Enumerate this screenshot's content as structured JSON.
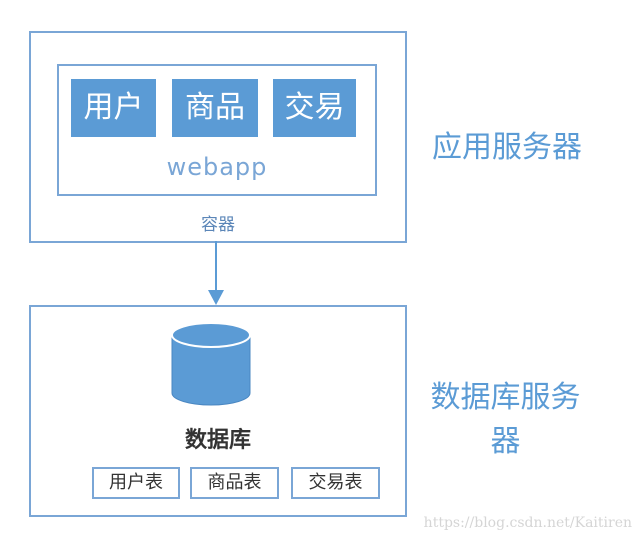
{
  "app_server": {
    "label": "应用服务器",
    "container_label": "容器",
    "webapp": {
      "label": "webapp",
      "modules": [
        "用户",
        "商品",
        "交易"
      ]
    }
  },
  "db_server": {
    "label": "数据库服务器",
    "db_label": "数据库",
    "tables": [
      "用户表",
      "商品表",
      "交易表"
    ]
  },
  "watermark": "https://blog.csdn.net/Kaitiren",
  "colors": {
    "accent": "#5b9bd5",
    "border": "#7aa6d6",
    "text_dark": "#333333"
  }
}
